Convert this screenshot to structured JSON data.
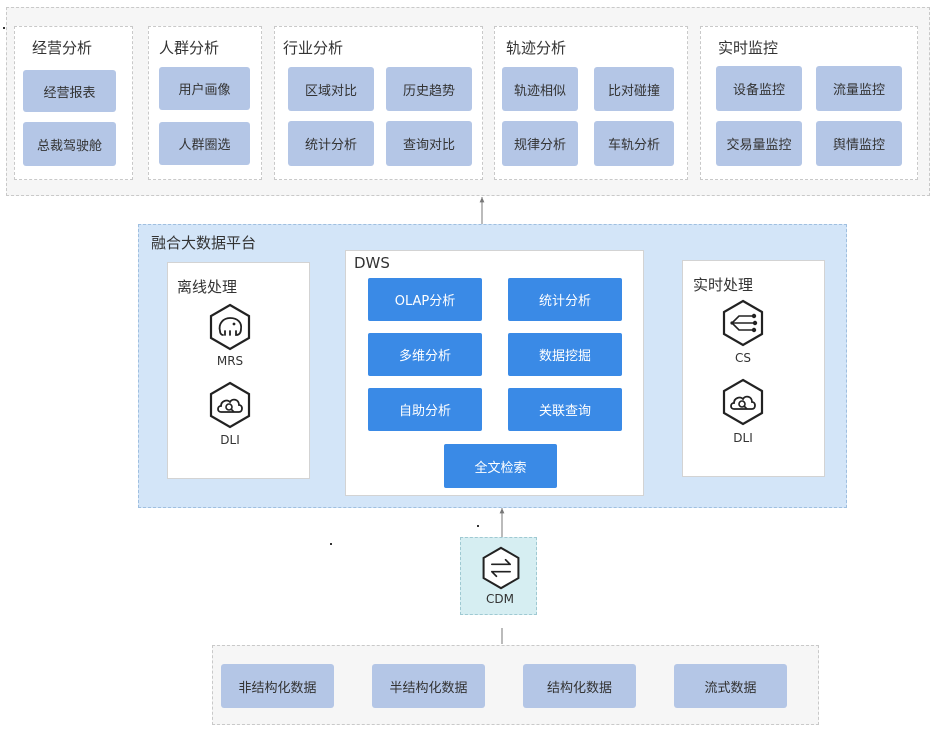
{
  "top_categories": [
    {
      "title": "经营分析",
      "items": [
        "经营报表",
        "总裁驾驶舱"
      ]
    },
    {
      "title": "人群分析",
      "items": [
        "用户画像",
        "人群圈选"
      ]
    },
    {
      "title": "行业分析",
      "items": [
        "区域对比",
        "历史趋势",
        "统计分析",
        "查询对比"
      ]
    },
    {
      "title": "轨迹分析",
      "items": [
        "轨迹相似",
        "比对碰撞",
        "规律分析",
        "车轨分析"
      ]
    },
    {
      "title": "实时监控",
      "items": [
        "设备监控",
        "流量监控",
        "交易量监控",
        "舆情监控"
      ]
    }
  ],
  "platform": {
    "title": "融合大数据平台",
    "offline": {
      "title": "离线处理",
      "services": [
        {
          "label": "MRS",
          "icon": "elephant-icon"
        },
        {
          "label": "DLI",
          "icon": "cloud-search-icon"
        }
      ]
    },
    "dws": {
      "title": "DWS",
      "buttons": [
        "OLAP分析",
        "统计分析",
        "多维分析",
        "数据挖掘",
        "自助分析",
        "关联查询",
        "全文检索"
      ]
    },
    "realtime": {
      "title": "实时处理",
      "services": [
        {
          "label": "CS",
          "icon": "stream-nodes-icon"
        },
        {
          "label": "DLI",
          "icon": "cloud-search-icon"
        }
      ]
    }
  },
  "cdm": {
    "label": "CDM",
    "icon": "exchange-arrows-icon"
  },
  "sources": [
    "非结构化数据",
    "半结构化数据",
    "结构化数据",
    "流式数据"
  ],
  "colors": {
    "button_gray": "#b4c6e6",
    "button_blue": "#3a8ae6",
    "platform_bg": "#d3e5f8",
    "cdm_bg": "#d6eef2"
  }
}
